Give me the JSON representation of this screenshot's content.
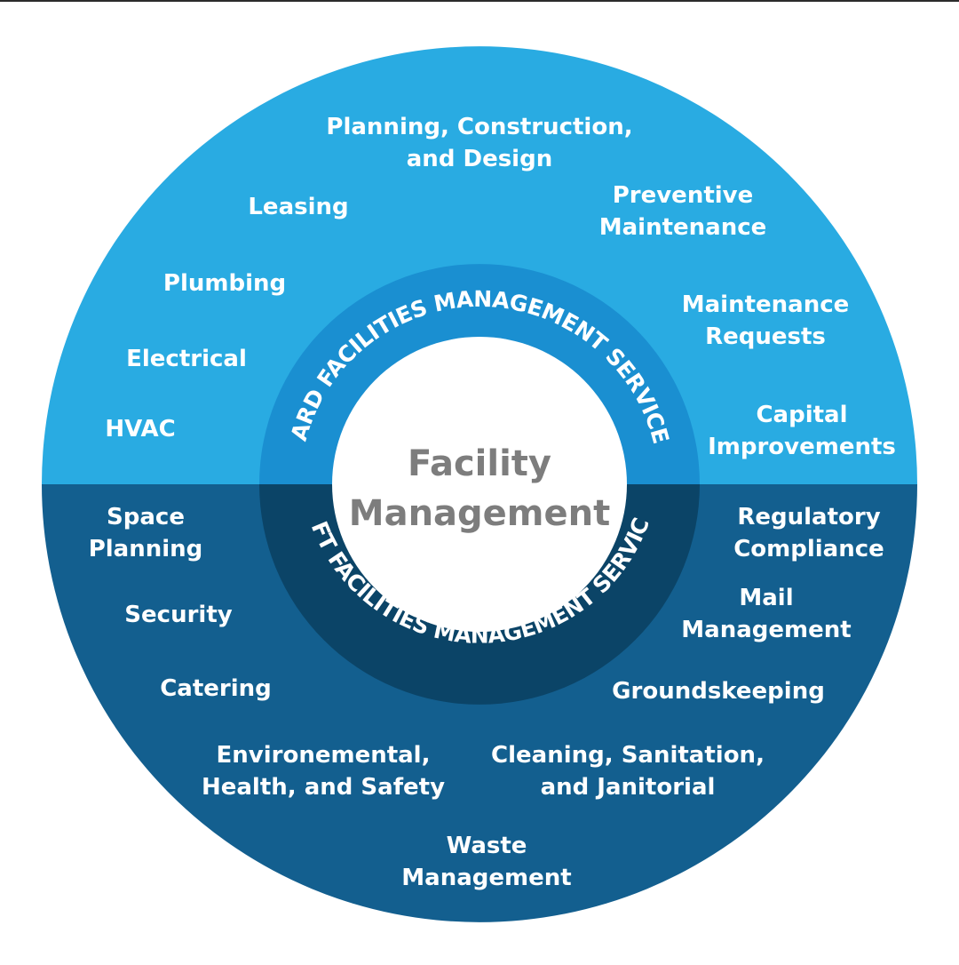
{
  "center": {
    "line1": "Facility",
    "line2": "Management"
  },
  "hard": {
    "ring_label": "HARD FACILITIES MANAGEMENT SERVICES",
    "items": [
      {
        "id": "planning",
        "lines": [
          "Planning, Construction,",
          "and Design"
        ]
      },
      {
        "id": "preventive",
        "lines": [
          "Preventive",
          "Maintenance"
        ]
      },
      {
        "id": "leasing",
        "lines": [
          "Leasing"
        ]
      },
      {
        "id": "plumbing",
        "lines": [
          "Plumbing"
        ]
      },
      {
        "id": "maint-requests",
        "lines": [
          "Maintenance",
          "Requests"
        ]
      },
      {
        "id": "electrical",
        "lines": [
          "Electrical"
        ]
      },
      {
        "id": "hvac",
        "lines": [
          "HVAC"
        ]
      },
      {
        "id": "capital",
        "lines": [
          "Capital",
          "Improvements"
        ]
      }
    ]
  },
  "soft": {
    "ring_label": "SOFT FACILITIES MANAGEMENT SERVICES",
    "items": [
      {
        "id": "space-planning",
        "lines": [
          "Space",
          "Planning"
        ]
      },
      {
        "id": "regulatory",
        "lines": [
          "Regulatory",
          "Compliance"
        ]
      },
      {
        "id": "mail",
        "lines": [
          "Mail",
          "Management"
        ]
      },
      {
        "id": "security",
        "lines": [
          "Security"
        ]
      },
      {
        "id": "catering",
        "lines": [
          "Catering"
        ]
      },
      {
        "id": "groundskeeping",
        "lines": [
          "Groundskeeping"
        ]
      },
      {
        "id": "ehs",
        "lines": [
          "Environemental,",
          "Health, and Safety"
        ]
      },
      {
        "id": "cleaning",
        "lines": [
          "Cleaning, Sanitation,",
          "and Janitorial"
        ]
      },
      {
        "id": "waste",
        "lines": [
          "Waste",
          "Management"
        ]
      }
    ]
  },
  "colors": {
    "hard_outer": "#29abe2",
    "hard_ring": "#1a8fd1",
    "soft_outer": "#135f8f",
    "soft_ring": "#0b4467",
    "center_fill": "#ffffff",
    "center_text": "#7d7d7d"
  }
}
